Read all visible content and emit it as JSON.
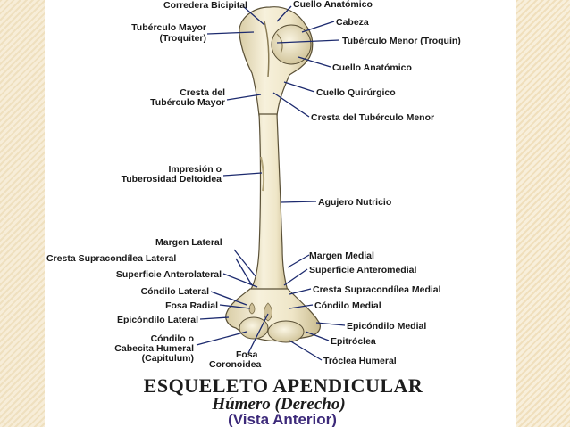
{
  "labels": {
    "corredera": "Corredera Bicipital",
    "cuello_anat_top": "Cuello Anatómico",
    "tuberculo_mayor_1": "Tubérculo Mayor",
    "tuberculo_mayor_2": "(Troquiter)",
    "cabeza": "Cabeza",
    "tuberculo_menor": "Tubérculo Menor (Troquín)",
    "cuello_anat": "Cuello Anatómico",
    "cresta_tmayor_1": "Cresta del",
    "cresta_tmayor_2": "Tubérculo Mayor",
    "cuello_quir": "Cuello Quirúrgico",
    "cresta_tmenor": "Cresta del Tubérculo Menor",
    "impresion_1": "Impresión o",
    "impresion_2": "Tuberosidad Deltoidea",
    "agujero": "Agujero Nutricio",
    "margen_lat": "Margen Lateral",
    "margen_med": "Margen Medial",
    "cresta_sup_lat": "Cresta Supracondílea Lateral",
    "sup_anteromedial": "Superficie Anteromedial",
    "sup_anterolateral": "Superficie Anterolateral",
    "cresta_sup_med": "Cresta Supracondílea Medial",
    "condilo_lat": "Cóndilo Lateral",
    "condilo_med": "Cóndilo Medial",
    "fosa_radial": "Fosa Radial",
    "epicondilo_med": "Epicóndilo Medial",
    "epicondilo_lat": "Epicóndilo Lateral",
    "epitroclea": "Epitróclea",
    "condilo_o_1": "Cóndilo o",
    "condilo_o_2": "Cabecita Humeral",
    "condilo_o_3": "(Capitulum)",
    "fosa_cor_1": "Fosa",
    "fosa_cor_2": "Coronoidea",
    "troclea": "Tróclea Humeral"
  },
  "title": "ESQUELETO APENDICULAR",
  "subtitle": "Húmero (Derecho)",
  "view": "(Vista Anterior)",
  "colors": {
    "bone_fill": "#f3ecd2",
    "bone_shade": "#cdbf93",
    "bone_outline": "#5a5036",
    "leader": "#1c2a6e",
    "view_text": "#3d2a7a"
  }
}
